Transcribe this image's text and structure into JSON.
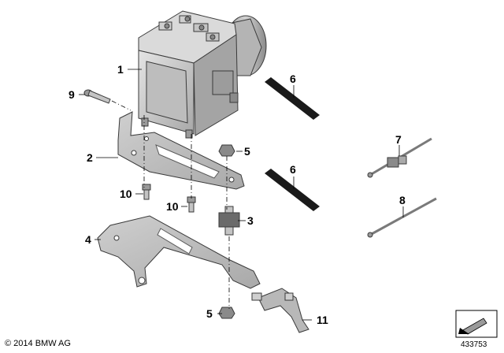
{
  "callouts": {
    "p1": "1",
    "p2": "2",
    "p3": "3",
    "p4": "4",
    "p5a": "5",
    "p5b": "5",
    "p6a": "6",
    "p6b": "6",
    "p7": "7",
    "p8": "8",
    "p9": "9",
    "p10a": "10",
    "p10b": "10",
    "p11": "11"
  },
  "footer": {
    "copyright": "© 2014 BMW AG",
    "diagram_id": "433753"
  },
  "colors": {
    "part_fill": "#c8c8c8",
    "part_dark": "#8a8a8a",
    "outline": "#3a3a3a",
    "strip": "#1a1a1a"
  }
}
